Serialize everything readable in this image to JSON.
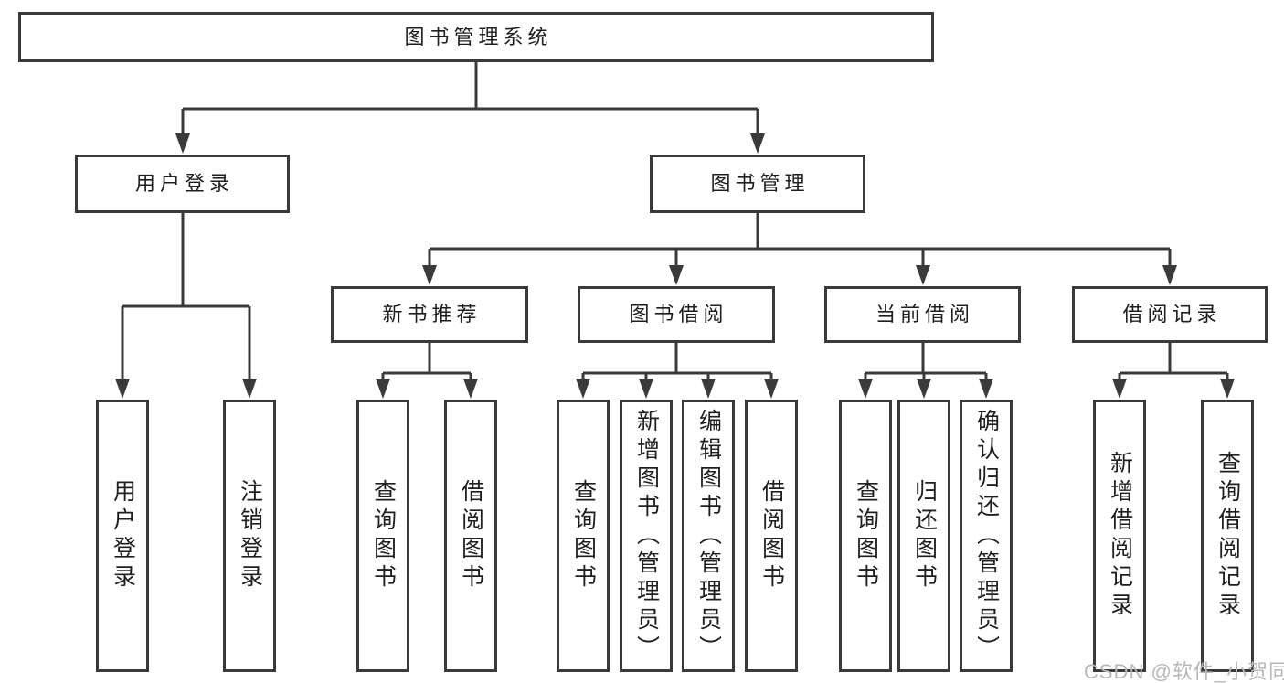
{
  "diagram": {
    "tree": {
      "label": "图书管理系统",
      "children": [
        {
          "label": "用户登录",
          "children": [
            {
              "label": "用户登录"
            },
            {
              "label": "注销登录"
            }
          ]
        },
        {
          "label": "图书管理",
          "children": [
            {
              "label": "新书推荐",
              "children": [
                {
                  "label": "查询图书"
                },
                {
                  "label": "借阅图书"
                }
              ]
            },
            {
              "label": "图书借阅",
              "children": [
                {
                  "label": "查询图书"
                },
                {
                  "label": "新增图书（管理员）"
                },
                {
                  "label": "编辑图书（管理员）"
                },
                {
                  "label": "借阅图书"
                }
              ]
            },
            {
              "label": "当前借阅",
              "children": [
                {
                  "label": "查询图书"
                },
                {
                  "label": "归还图书"
                },
                {
                  "label": "确认归还（管理员）"
                }
              ]
            },
            {
              "label": "借阅记录",
              "children": [
                {
                  "label": "新增借阅记录"
                },
                {
                  "label": "查询借阅记录"
                }
              ]
            }
          ]
        }
      ]
    },
    "colors": {
      "line": "#3a3a3a",
      "text": "#1f1f1f",
      "background": "#ffffff",
      "watermark": "#b7b7b7"
    }
  },
  "watermark": {
    "text": "CSDN @软件_小贺同学"
  }
}
